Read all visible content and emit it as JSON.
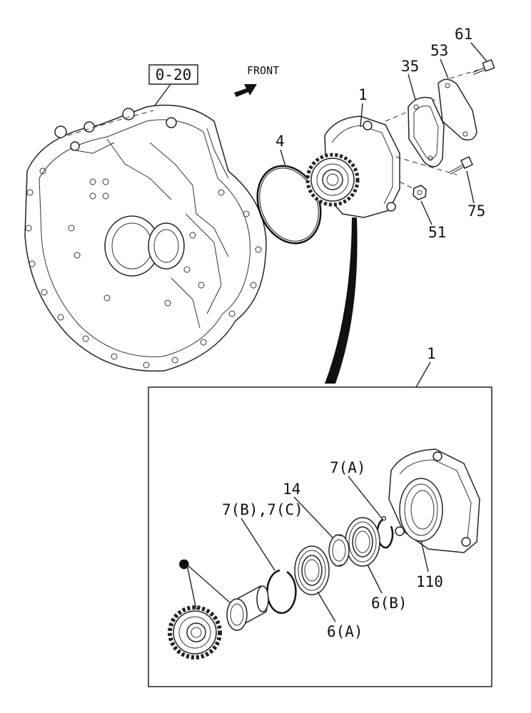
{
  "ref_box": "0-20",
  "direction_label": "FRONT",
  "callouts": {
    "assembly_top": "1",
    "o_ring": "4",
    "gasket": "35",
    "cover": "53",
    "bolt_top": "61",
    "bolt_side": "75",
    "nut": "51",
    "assembly_detail": "1",
    "snap_ring_a": "7(A)",
    "collar": "14",
    "snap_ring_bc": "7(B),7(C)",
    "bearing_a": "6(A)",
    "bearing_b": "6(B)",
    "housing": "110"
  },
  "marker_symbol": "●"
}
